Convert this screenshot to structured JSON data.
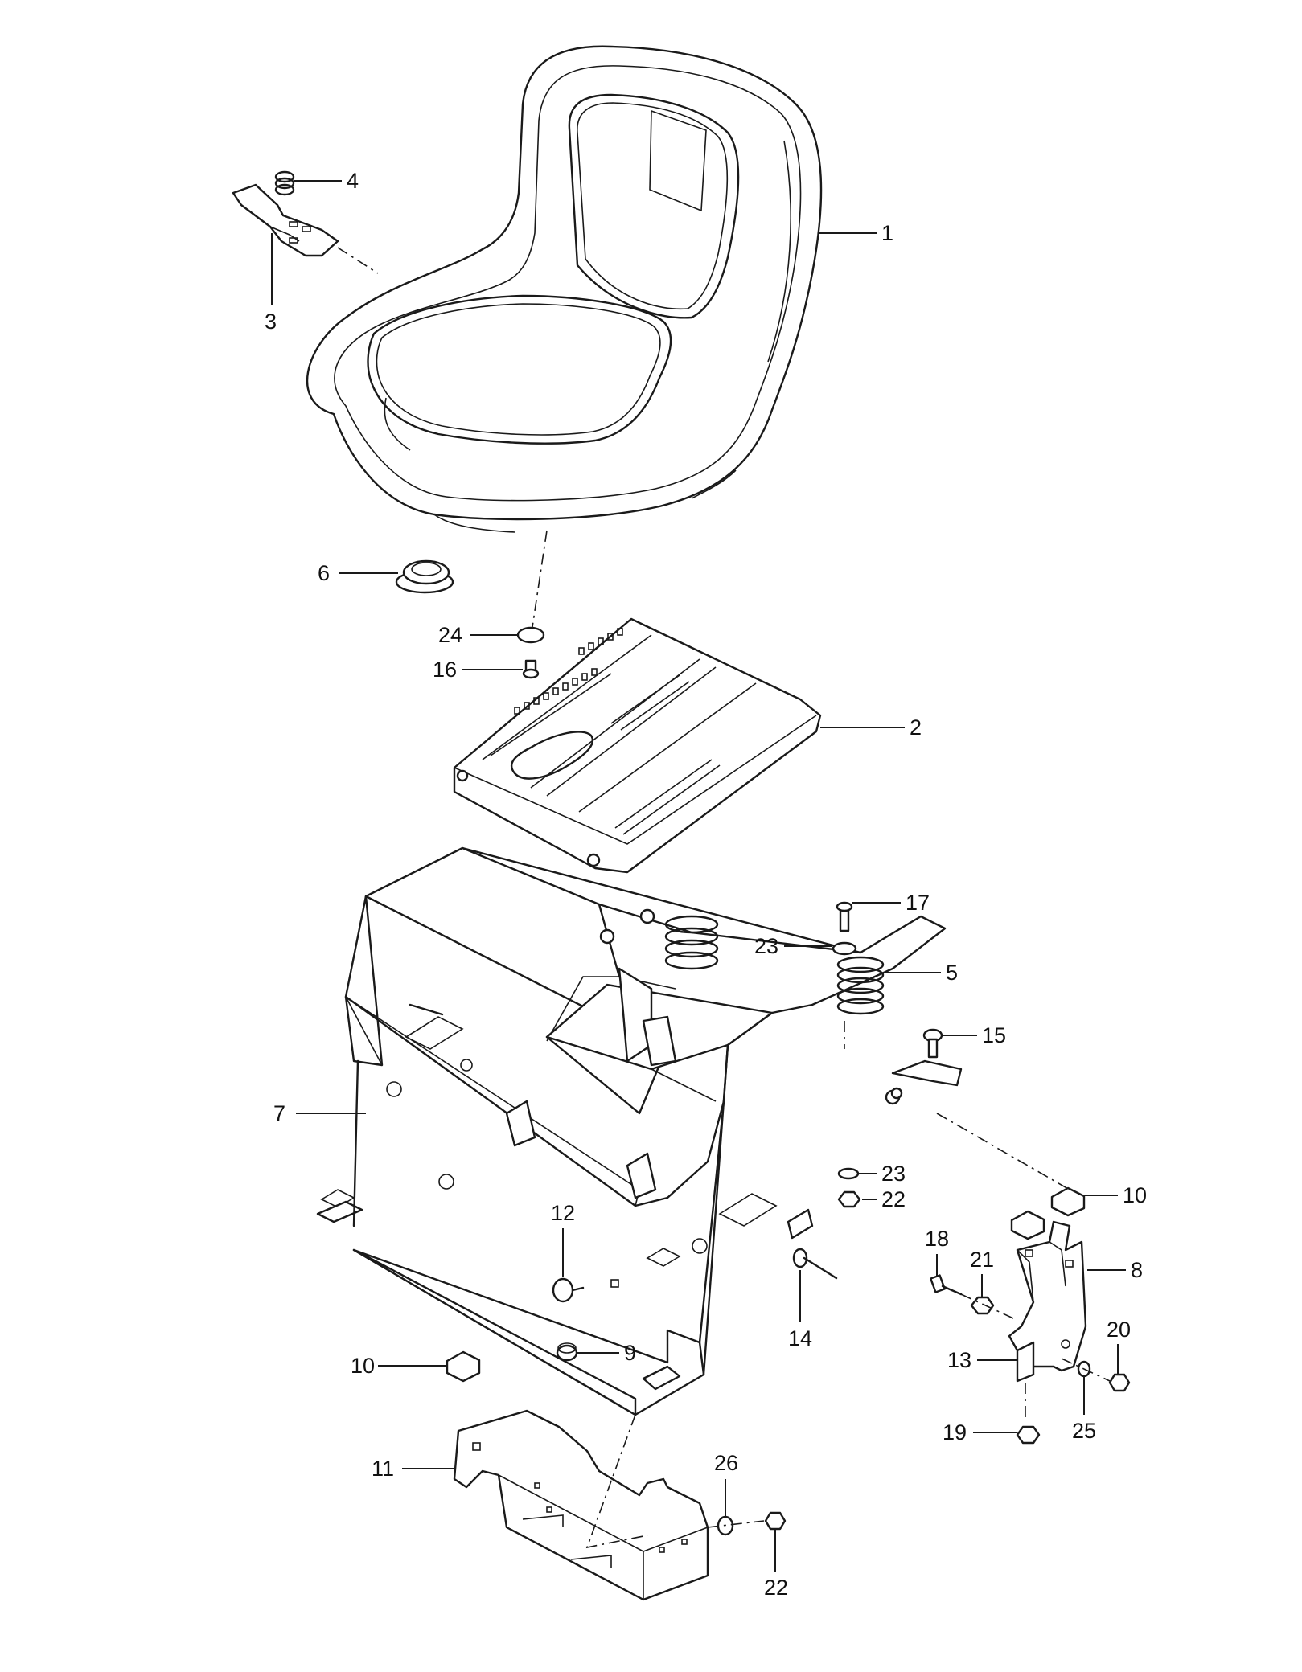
{
  "callouts": {
    "c1": "1",
    "c2": "2",
    "c3": "3",
    "c4": "4",
    "c5": "5",
    "c6": "6",
    "c7": "7",
    "c8": "8",
    "c9": "9",
    "c10a": "10",
    "c10b": "10",
    "c11": "11",
    "c12": "12",
    "c13": "13",
    "c14": "14",
    "c15": "15",
    "c16": "16",
    "c17": "17",
    "c18": "18",
    "c19": "19",
    "c20": "20",
    "c21": "21",
    "c22a": "22",
    "c22b": "22",
    "c23a": "23",
    "c23b": "23",
    "c24": "24",
    "c25": "25",
    "c26": "26"
  }
}
